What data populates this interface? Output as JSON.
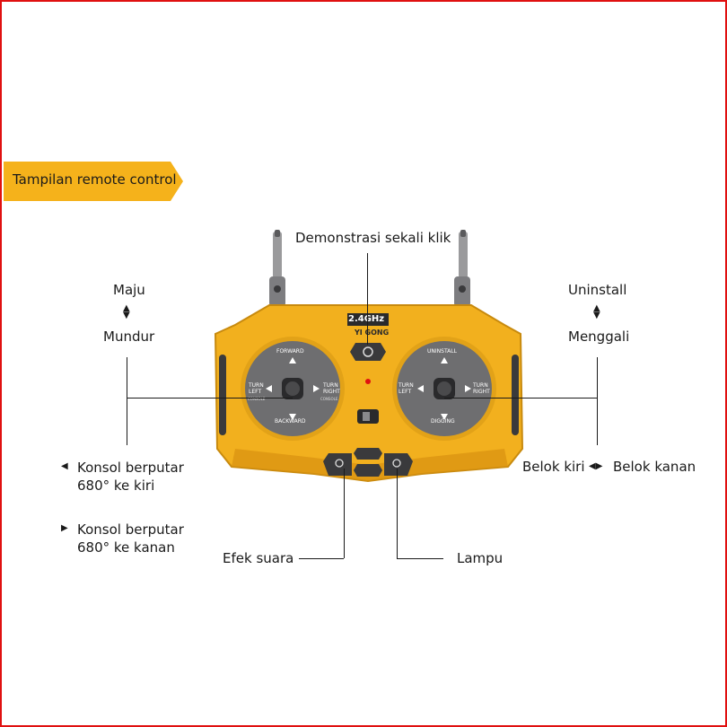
{
  "title": "Tampilan remote control",
  "annotations": {
    "demo": "Demonstrasi sekali klik",
    "left_up": "Maju",
    "left_down": "Mundur",
    "right_up": "Uninstall",
    "right_down": "Menggali",
    "rotate_left": "Konsol berputar\n680° ke kiri",
    "rotate_right": "Konsol berputar\n680° ke kanan",
    "turn_left": "Belok kiri",
    "turn_right": "Belok kanan",
    "sound": "Efek suara",
    "light": "Lampu"
  },
  "remote": {
    "freq_label": "2.4GHz",
    "brand": "YI GONG",
    "left_stick": {
      "up": "FORWARD",
      "down": "BACKWARD",
      "left": "TURN LEFT",
      "right": "TURN RIGHT",
      "left_sub": "CONSOLE",
      "right_sub": "CONSOLE"
    },
    "right_stick": {
      "up": "UNINSTALL",
      "down": "DIGGING",
      "left": "TURN LEFT",
      "right": "TURN RIGHT"
    }
  },
  "colors": {
    "body": "#f2b01e",
    "body_dark": "#d9920f",
    "stick_plate": "#6e6e70",
    "frame": "#e01010",
    "tag": "#f5b21b"
  }
}
